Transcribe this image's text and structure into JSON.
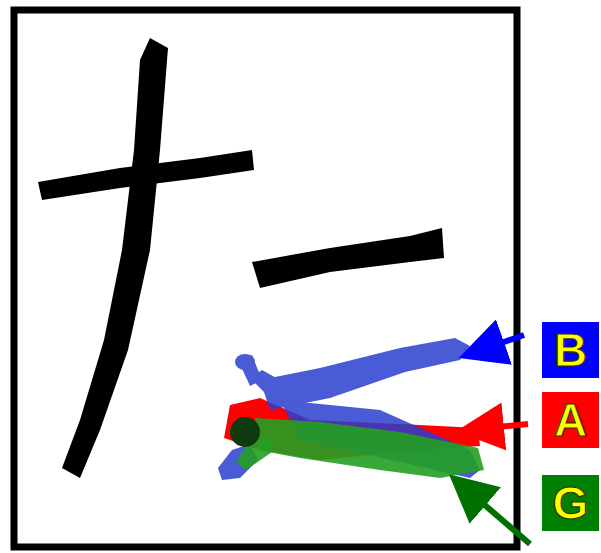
{
  "diagram": {
    "nodes": [
      {
        "text": [
          "B"
        ]
      },
      {
        "text": [
          "A"
        ]
      },
      {
        "text": [
          "G"
        ]
      }
    ],
    "edges": []
  }
}
